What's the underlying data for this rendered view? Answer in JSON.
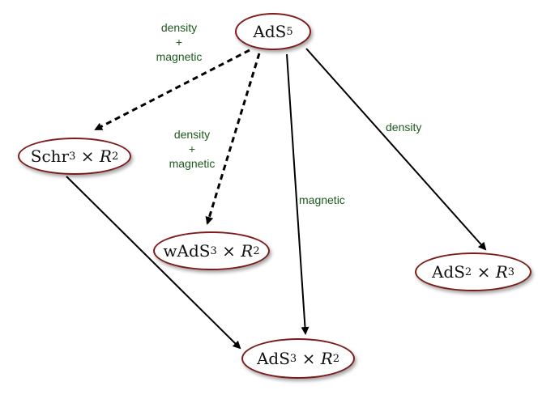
{
  "nodes": {
    "ads5": {
      "base": "AdS",
      "sub": "5"
    },
    "schr3": {
      "base": "Schr",
      "sub": "3",
      "times": "×",
      "var": "R",
      "sup": "2"
    },
    "wads3": {
      "base": "wAdS",
      "sub": "3",
      "times": "×",
      "var": "R",
      "sup": "2"
    },
    "ads2": {
      "base": "AdS",
      "sub": "2",
      "times": "×",
      "var": "R",
      "sup": "3"
    },
    "ads3": {
      "base": "AdS",
      "sub": "3",
      "times": "×",
      "var": "R",
      "sup": "2"
    }
  },
  "edge_labels": {
    "to_schr3": {
      "line1": "density",
      "line2": "+",
      "line3": "magnetic"
    },
    "to_wads3": {
      "line1": "density",
      "line2": "+",
      "line3": "magnetic"
    },
    "to_ads2": {
      "text": "density"
    },
    "to_ads3": {
      "text": "magnetic"
    }
  },
  "edges": [
    {
      "from": "AdS5",
      "to": "Schr3 x R2",
      "style": "dashed"
    },
    {
      "from": "AdS5",
      "to": "wAdS3 x R2",
      "style": "dashed"
    },
    {
      "from": "AdS5",
      "to": "AdS3 x R2",
      "style": "solid"
    },
    {
      "from": "AdS5",
      "to": "AdS2 x R3",
      "style": "solid"
    },
    {
      "from": "Schr3 x R2",
      "to": "AdS3 x R2",
      "style": "solid"
    }
  ],
  "colors": {
    "node_border": "#7d1b1b",
    "label_text": "#1e5a1e",
    "arrow": "#000000"
  }
}
